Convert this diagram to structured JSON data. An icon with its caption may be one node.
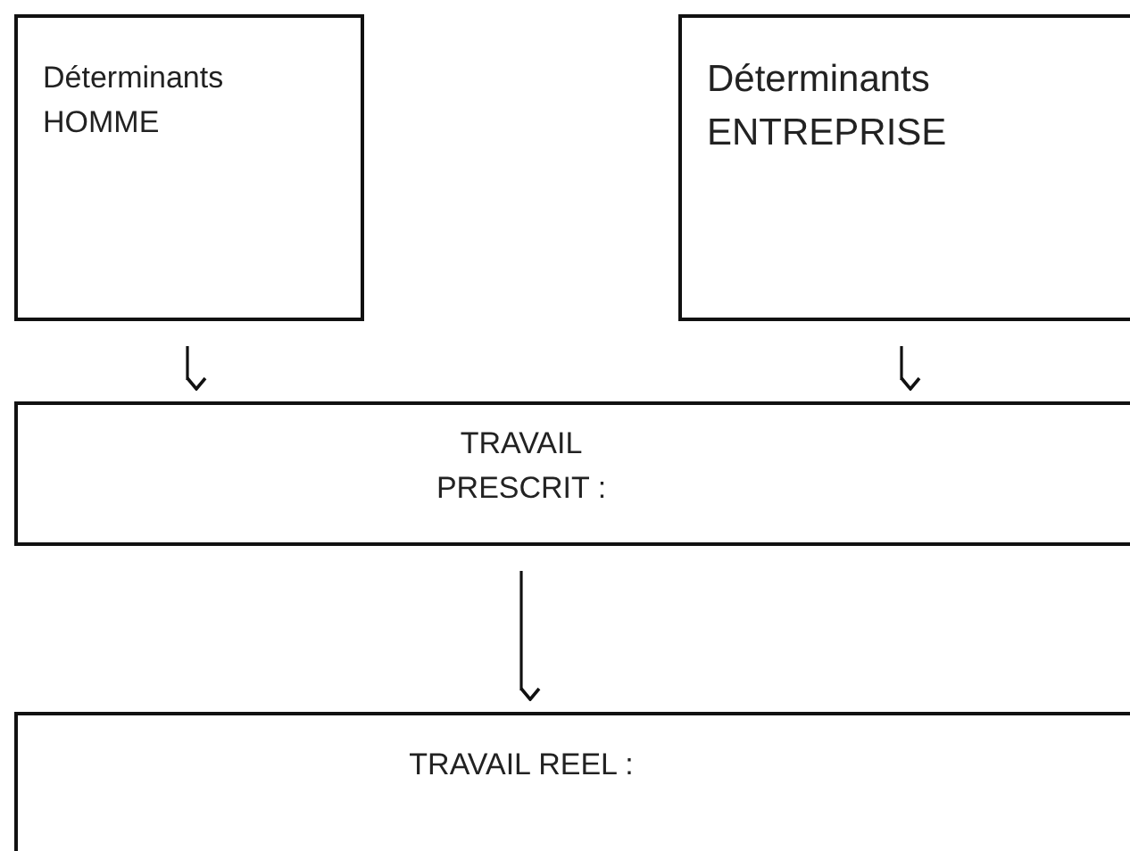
{
  "diagram": {
    "nodes": [
      {
        "text": [
          "Déterminants HOMME"
        ]
      },
      {
        "text": [
          "Déterminants ENTREPRISE"
        ]
      },
      {
        "text": [
          "TRAVAIL PRESCRIT :"
        ]
      },
      {
        "text": [
          "TRAVAIL REEL :"
        ]
      }
    ],
    "edges": [
      {
        "from": 0,
        "to": 2,
        "arrow": "to"
      },
      {
        "from": 1,
        "to": 2,
        "arrow": "to"
      },
      {
        "from": 2,
        "to": 3,
        "arrow": "to"
      }
    ]
  }
}
